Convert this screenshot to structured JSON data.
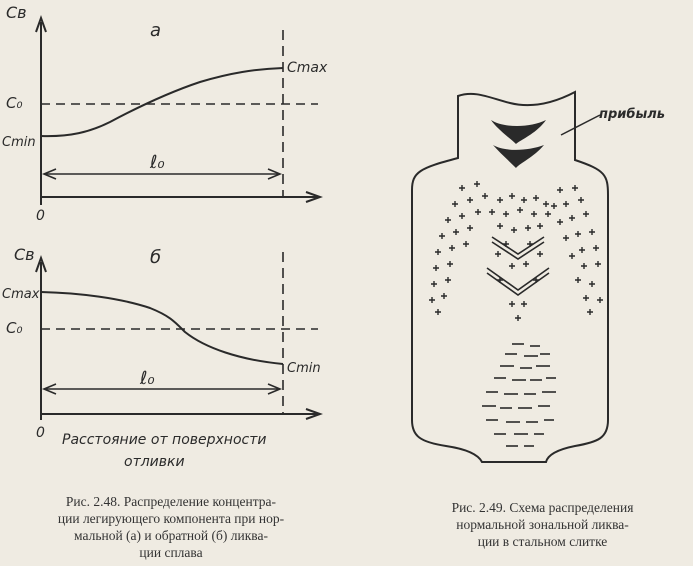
{
  "figure_a": {
    "panel_label": "а",
    "y_axis": "Св",
    "c_max": "Cmax",
    "c_0": "С₀",
    "c_min": "Cmin",
    "length": "ℓ₀",
    "origin": "0"
  },
  "figure_b": {
    "panel_label": "б",
    "y_axis": "Св",
    "c_max": "Cmax",
    "c_0": "С₀",
    "c_min": "Cmin",
    "length": "ℓ₀",
    "origin": "0",
    "x_axis_line1": "Расстояние от поверхности",
    "x_axis_line2": "отливки"
  },
  "ingot": {
    "label_riser": "прибыль"
  },
  "captions": {
    "fig_248_line1": "Рис. 2.48. Распределение концентра-",
    "fig_248_line2": "ции легирующего компонента при нор-",
    "fig_248_line3": "мальной (а) и обратной (б) ликва-",
    "fig_248_line4": "ции сплава",
    "fig_249_line1": "Рис. 2.49. Схема распределения",
    "fig_249_line2": "нормальной зональной ликва-",
    "fig_249_line3": "ции в стальном слитке"
  }
}
